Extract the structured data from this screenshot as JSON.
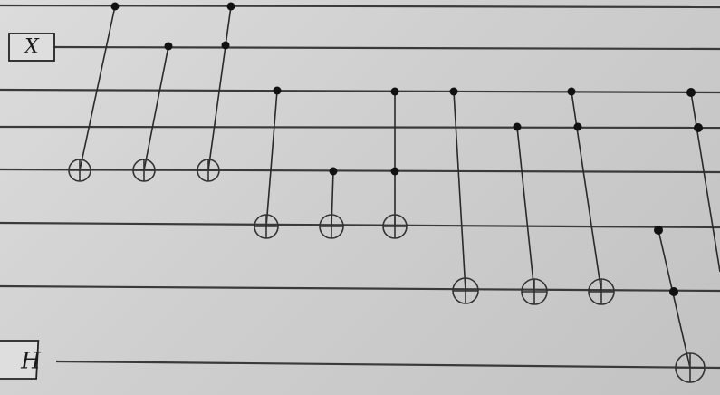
{
  "circuit": {
    "qubit_count": 8,
    "gates": [
      {
        "type": "single",
        "label": "X",
        "qubit": 1
      },
      {
        "type": "single",
        "label": "H",
        "qubit": 7
      }
    ],
    "multi_gates": [
      {
        "controls": [
          0
        ],
        "target": 4
      },
      {
        "controls": [
          1
        ],
        "target": 4
      },
      {
        "controls": [
          0,
          1
        ],
        "target": 4
      },
      {
        "controls": [
          2
        ],
        "target": 5
      },
      {
        "controls": [
          4
        ],
        "target": 5
      },
      {
        "controls": [
          2,
          4
        ],
        "target": 5
      },
      {
        "controls": [
          2
        ],
        "target": 6
      },
      {
        "controls": [
          3
        ],
        "target": 6
      },
      {
        "controls": [
          2,
          3
        ],
        "target": 6
      },
      {
        "controls": [
          5,
          6
        ],
        "target": 7
      },
      {
        "controls": [
          2,
          3
        ],
        "target": null
      }
    ]
  }
}
